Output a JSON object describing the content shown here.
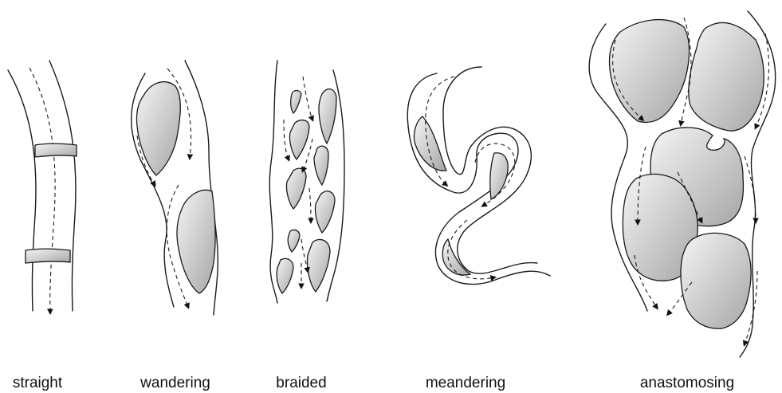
{
  "labels": {
    "straight": "straight",
    "wandering": "wandering",
    "braided": "braided",
    "meandering": "meandering",
    "anastomosing": "anastomosing"
  },
  "colors": {
    "line": "#1a1a1a",
    "bar_light": "#f4f4f4",
    "bar_dark": "#a9a9a9"
  }
}
